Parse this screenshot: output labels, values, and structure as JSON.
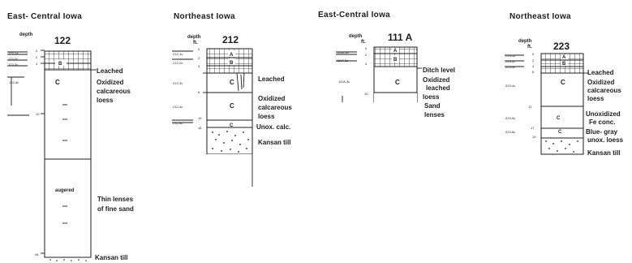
{
  "diagram": {
    "title_text": "",
    "profiles": [
      {
        "id": "p122",
        "region": "East- Central   Iowa",
        "depth_label": "depth",
        "site": "122",
        "samples": [
          "122-1a",
          "122-2c",
          "122-3c",
          "122-5c"
        ],
        "depth_ticks": [
          "0",
          "2",
          "4",
          "10",
          "44"
        ],
        "horizons": [
          "B",
          "C"
        ],
        "notes": [
          "augered"
        ],
        "labels": [
          "Leached",
          "Oxidized",
          "calcareous",
          "loess",
          "Thin lenses",
          "of fine sand",
          "Kansan  till"
        ]
      },
      {
        "id": "p212",
        "region": "Northeast  Iowa",
        "depth_label": "depth",
        "unit": "ft.",
        "site": "212",
        "samples": [
          "212-1c",
          "212-2c",
          "212-3c",
          "212-4c",
          "212-6c"
        ],
        "depth_ticks": [
          "0",
          "2",
          "4",
          "6",
          "15",
          "18"
        ],
        "horizons": [
          "A",
          "B",
          "C",
          "C",
          "C"
        ],
        "labels": [
          "Leached",
          "Oxidized",
          "calcareous",
          "loess",
          "Unox. calc.",
          "Kansan  till"
        ]
      },
      {
        "id": "p111a",
        "region": "East-Central   Iowa",
        "depth_label": "depth",
        "unit": "ft.",
        "site": "111 A",
        "samples": [
          "111A-1a",
          "111A-2c",
          "111A-3c"
        ],
        "depth_ticks": [
          "0",
          "2",
          "4",
          "10"
        ],
        "horizons": [
          "A",
          "B",
          "C"
        ],
        "labels": [
          "Ditch  level",
          "Oxidized",
          "leached",
          "loess",
          "Sand",
          "lenses"
        ]
      },
      {
        "id": "p223",
        "region": "Northeast    Iowa",
        "depth_label": "depth",
        "unit": "ft.",
        "site": "223",
        "samples": [
          "223-1c",
          "223-2c",
          "223-3c",
          "223-4c",
          "223-5c",
          "223-6c"
        ],
        "depth_ticks": [
          "0",
          "2",
          "4",
          "6",
          "12",
          "17",
          "19"
        ],
        "horizons": [
          "A",
          "B",
          "C",
          "C",
          "C"
        ],
        "labels": [
          "Leached",
          "Oxidized",
          "calcareous",
          "loess",
          "Unoxidized",
          "Fe  conc.",
          "Blue- gray",
          "unox. loess",
          "Kansan  till"
        ]
      }
    ]
  }
}
